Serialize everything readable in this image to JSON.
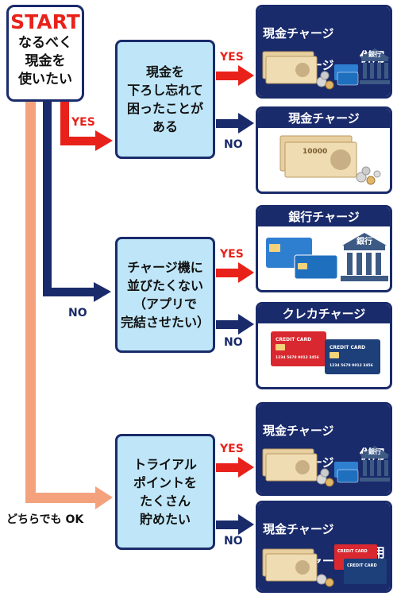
{
  "start": {
    "title": "START",
    "text": "なるべく\n現金を\n使いたい"
  },
  "questions": [
    {
      "text": "現金を\n下ろし忘れて\n困ったことが\nある"
    },
    {
      "text": "チャージ機に\n並びたくない\n（アプリで\n完結させたい）"
    },
    {
      "text": "トライアル\nポイントを\nたくさん\n貯めたい"
    }
  ],
  "results": [
    {
      "line1": "現金チャージ",
      "line2": "銀行チャージ",
      "tag": "併用"
    },
    {
      "line1": "現金チャージ"
    },
    {
      "line1": "銀行チャージ"
    },
    {
      "line1": "クレカチャージ"
    },
    {
      "line1": "現金チャージ",
      "line2": "銀行チャージ",
      "tag": "併用"
    },
    {
      "line1": "現金チャージ",
      "line2": "クレカチャージ",
      "tag": "併用"
    }
  ],
  "labels": {
    "yes": "YES",
    "no": "NO",
    "either_ok": "どちらでも OK"
  },
  "illustrations": {
    "bank_sign": "銀行",
    "card_title": "CREDIT CARD",
    "card_number": "1234 5678 9012 3456",
    "banknote_value": "10000"
  },
  "colors": {
    "navy": "#1a2b6b",
    "red": "#e8221a",
    "salmon": "#f4a27e",
    "light_blue": "#bfe6f8"
  }
}
